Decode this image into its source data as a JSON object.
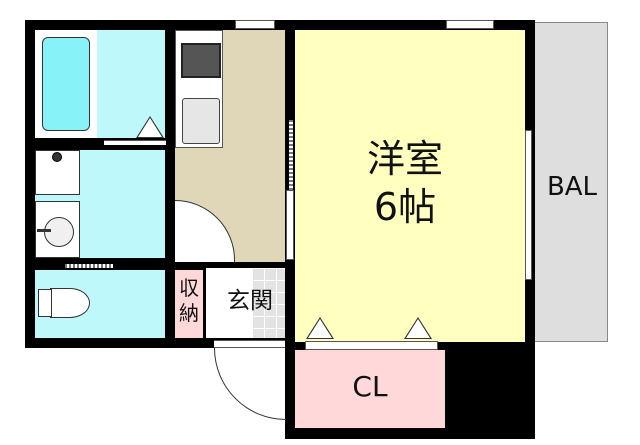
{
  "floorplan": {
    "rooms": {
      "western_room": {
        "name": "洋室",
        "size": "6帖"
      },
      "balcony": {
        "label": "BAL"
      },
      "closet": {
        "label": "CL"
      },
      "storage": {
        "label": "収納"
      },
      "entrance": {
        "label": "玄関"
      }
    },
    "fixtures": [
      "bathtub",
      "washing-machine-space",
      "washbasin",
      "toilet",
      "gas-stove",
      "kitchen-sink"
    ],
    "colors": {
      "wall": "#000000",
      "wet_area": "#bff8fb",
      "bathtub": "#88f2f9",
      "kitchen": "#e0d7b9",
      "western_room": "#ffffbf",
      "storage_closet": "#ffd9d9",
      "entrance": "#e3e3e3",
      "balcony": "#dedede"
    }
  }
}
